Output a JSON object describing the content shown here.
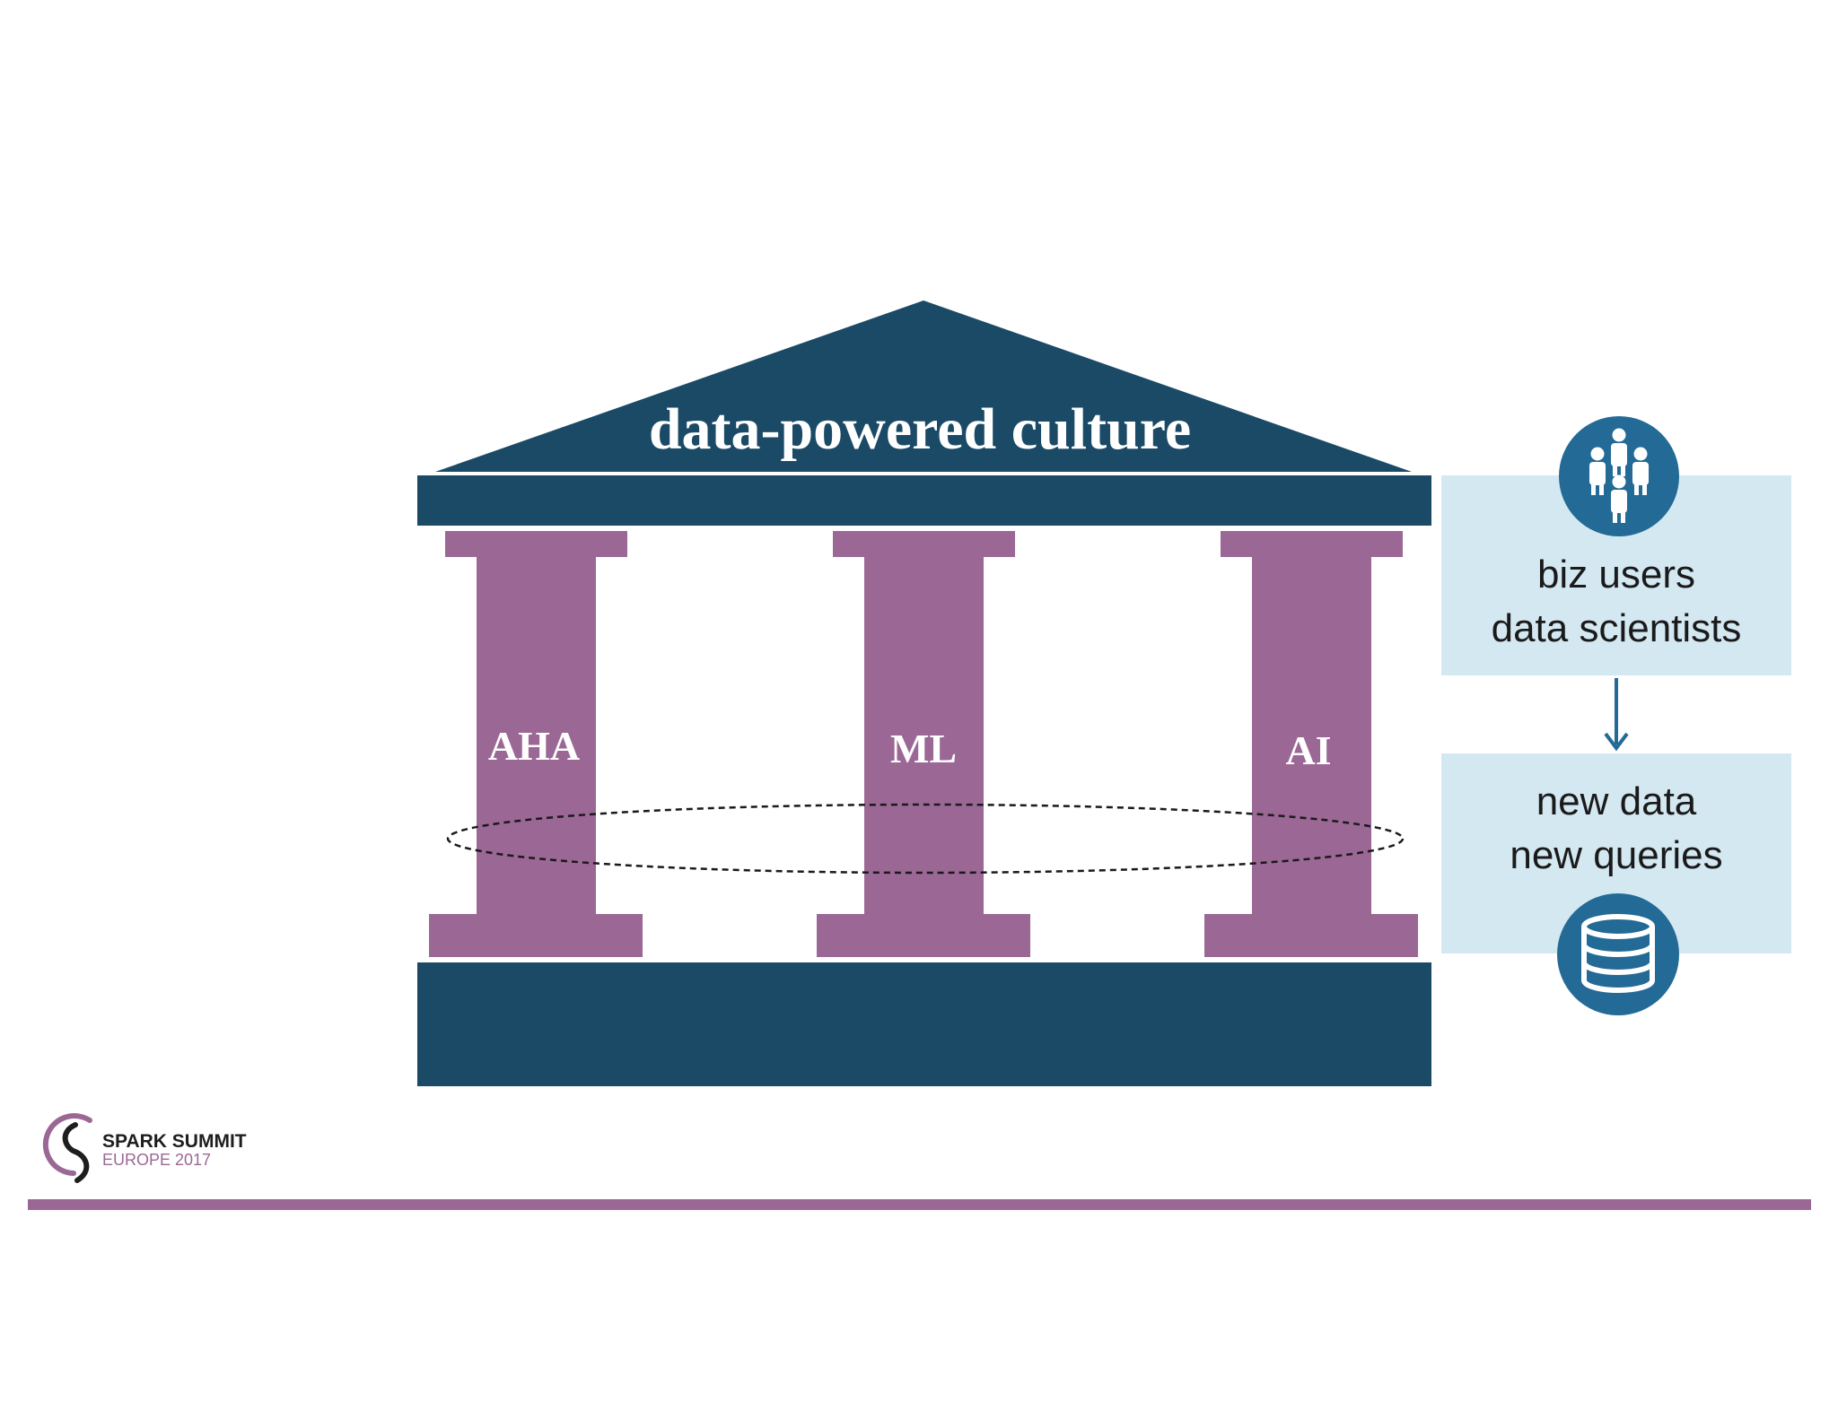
{
  "diagram": {
    "roof_text": "data-powered culture",
    "pillars": [
      {
        "label": "AHA"
      },
      {
        "label": "ML"
      },
      {
        "label": "AI"
      }
    ],
    "side_boxes": {
      "top": {
        "line1": "biz users",
        "line2": "data scientists"
      },
      "bottom": {
        "line1": "new data",
        "line2": "new queries"
      }
    }
  },
  "icons": {
    "users": "people-group-icon",
    "database": "database-icon"
  },
  "logo": {
    "title": "SPARK SUMMIT",
    "subtitle": "EUROPE 2017"
  },
  "colors": {
    "navy": "#1a4a66",
    "purple": "#9b6896",
    "light_blue": "#d4e8f2",
    "icon_blue": "#236a96",
    "arrow": "#236a96",
    "footer_rule": "#9b6896"
  }
}
